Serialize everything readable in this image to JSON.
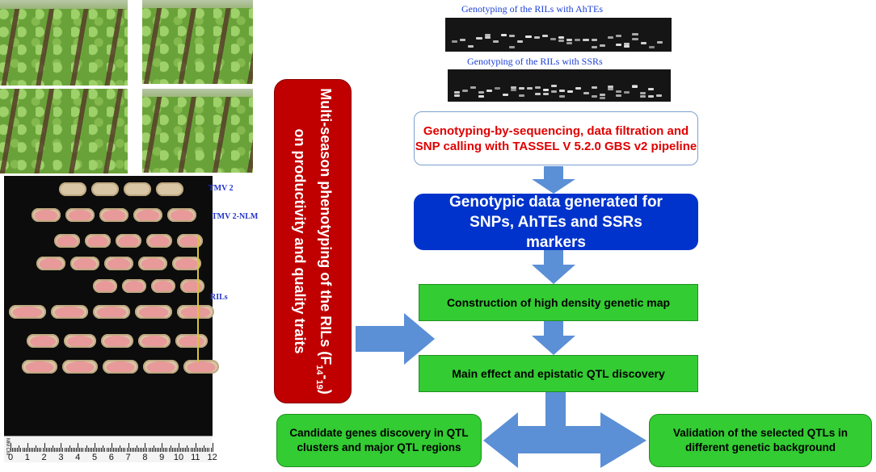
{
  "photos": {
    "pod_labels": [
      "TMV 2",
      "TMV 2-NLM",
      "RILs"
    ],
    "ruler_numbers": [
      "0",
      "1",
      "2",
      "3",
      "4",
      "5",
      "6",
      "7",
      "8",
      "9",
      "10",
      "11",
      "12"
    ],
    "ruler_unit": "MM CM"
  },
  "gels": {
    "ahte_title": "Genotyping of the RILs with AhTEs",
    "ssr_title": "Genotyping of the RILs with SSRs"
  },
  "boxes": {
    "phenotyping": "Multi-season phenotyping of the RILs (F14-19) on productivity and quality traits",
    "phenotyping_parts": {
      "pre": "Multi-season phenotyping of the RILs (F",
      "sub": "14",
      "mid": "-",
      "sub2": "19",
      "post": ") on productivity and quality traits"
    },
    "gbs": "Genotyping-by-sequencing, data filtration and SNP calling with TASSEL V 5.2.0 GBS v2 pipeline",
    "genotypic_data": "Genotypic data generated for SNPs, AhTEs and SSRs markers",
    "genetic_map": "Construction of high density genetic map",
    "qtl_discovery": "Main effect and epistatic QTL discovery",
    "candidate_genes": "Candidate genes discovery in QTL clusters and major QTL regions",
    "validation": "Validation of the selected QTLs in different genetic background"
  },
  "colors": {
    "red_box": "#c00000",
    "blue_box": "#0033cc",
    "green_box": "#33cc33",
    "arrow": "#5b8fd6",
    "gbs_text": "#e00000",
    "gel_title": "#1c3fd6"
  }
}
